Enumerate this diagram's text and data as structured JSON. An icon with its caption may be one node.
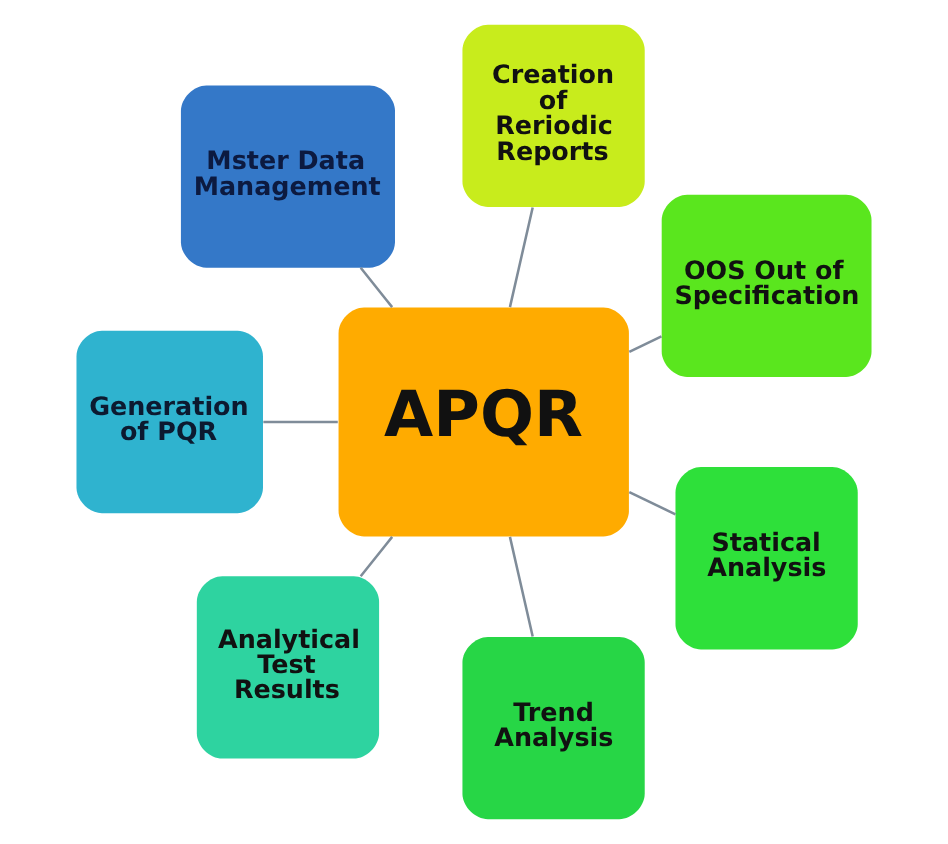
{
  "diagram": {
    "nodes": [
      {
        "text": [
          "Creation of Reriodic Reports"
        ]
      },
      {
        "text": [
          "Mster Data Management"
        ]
      },
      {
        "text": [
          "OOS Out of Specification"
        ]
      },
      {
        "text": [
          "APQR"
        ]
      },
      {
        "text": [
          "Generation of PQR"
        ]
      },
      {
        "text": [
          "Statical Analysis"
        ]
      },
      {
        "text": [
          "Analytical Test Results"
        ]
      },
      {
        "text": [
          "Trend Analysis"
        ]
      }
    ],
    "edges": [
      {
        "from": 3,
        "to": 0,
        "arrow": "none"
      },
      {
        "from": 3,
        "to": 2,
        "arrow": "none"
      },
      {
        "from": 3,
        "to": 5,
        "arrow": "none"
      },
      {
        "from": 3,
        "to": 7,
        "arrow": "none"
      },
      {
        "from": 3,
        "to": 6,
        "arrow": "none"
      },
      {
        "from": 3,
        "to": 4,
        "arrow": "none"
      },
      {
        "from": 3,
        "to": 1,
        "arrow": "none"
      }
    ]
  }
}
